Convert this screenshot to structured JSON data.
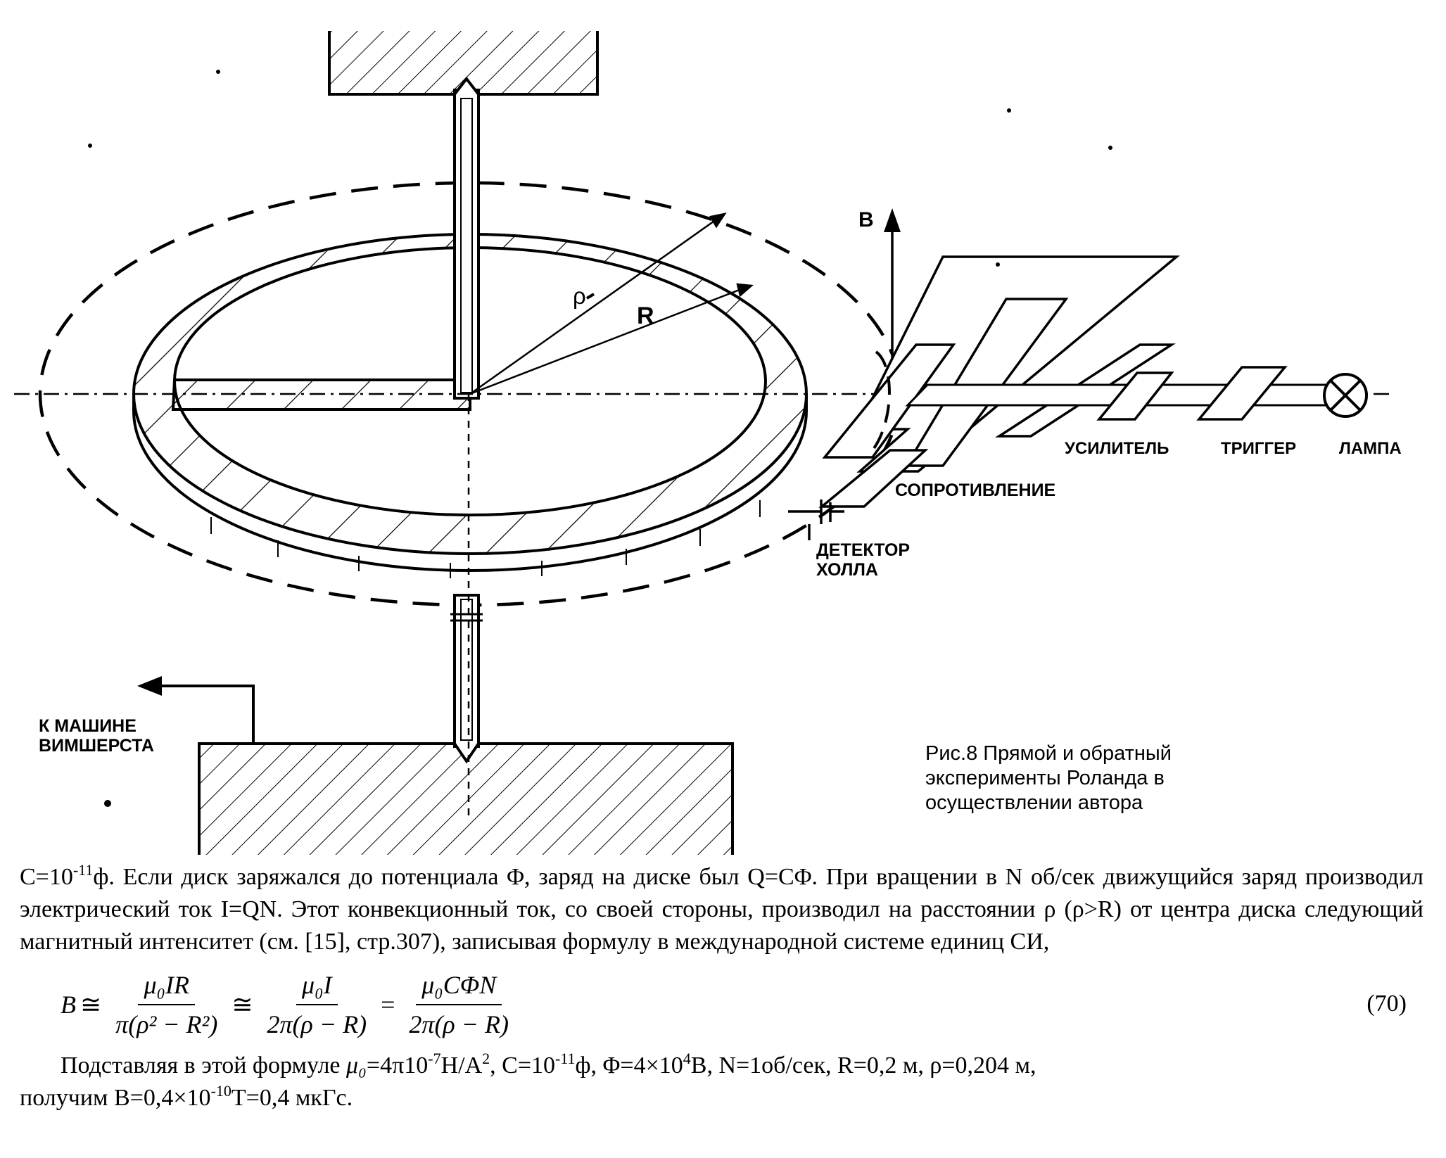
{
  "diagram": {
    "labels": {
      "b": "B",
      "rho": "ρ",
      "r": "R",
      "amplifier": "УСИЛИТЕЛЬ",
      "trigger": "ТРИГГЕР",
      "lamp": "ЛАМПА",
      "resistance": "СОПРОТИВЛЕНИЕ",
      "hall_line1": "ДЕТЕКТОР",
      "hall_line2": "ХОЛЛА",
      "machine_line1": "К МАШИНЕ",
      "machine_line2": "ВИМШЕРСТА"
    },
    "caption": {
      "line1": "Рис.8 Прямой и обратный",
      "line2": "эксперименты Роланда в",
      "line3": "осуществлении автора"
    }
  },
  "text": {
    "p1": {
      "a": "C=10",
      "a_sup": "-11",
      "b": "ф. Если диск заряжался до потенциала Φ, заряд на диске был Q=CΦ. При вращении в N об/сек движущийся заряд производил электрический ток I=QN. Этот конвекционный ток, со своей стороны, производил на расстоянии ρ (ρ>R) от центра диска следующий магнитный интенситет (см. [15], стр.307), записывая формулу в международной системе единиц СИ,"
    },
    "equation": {
      "lhs": "B",
      "approx": "≅",
      "eq": "=",
      "f1_num": "μ₀IR",
      "f1_den": "π(ρ² − R²)",
      "f2_num": "μ₀I",
      "f2_den": "2π(ρ − R)",
      "f3_num": "μ₀CΦN",
      "f3_den": "2π(ρ − R)",
      "number": "(70)"
    },
    "p2": {
      "a": "Подставляя в этой формуле ",
      "mu": "μ₀",
      "b": "=4π10",
      "b_sup": "-7",
      "c": "H/A",
      "c_sup": "2",
      "d": ", C=10",
      "d_sup": "-11",
      "e": "ф, Φ=4×10",
      "e_sup": "4",
      "f": "B, N=1об/сек, R=0,2 м, ρ=0,204 м,"
    },
    "p3": {
      "a": "получим B=0,4×10",
      "a_sup": "-10",
      "b": "T=0,4 мкГс."
    }
  }
}
